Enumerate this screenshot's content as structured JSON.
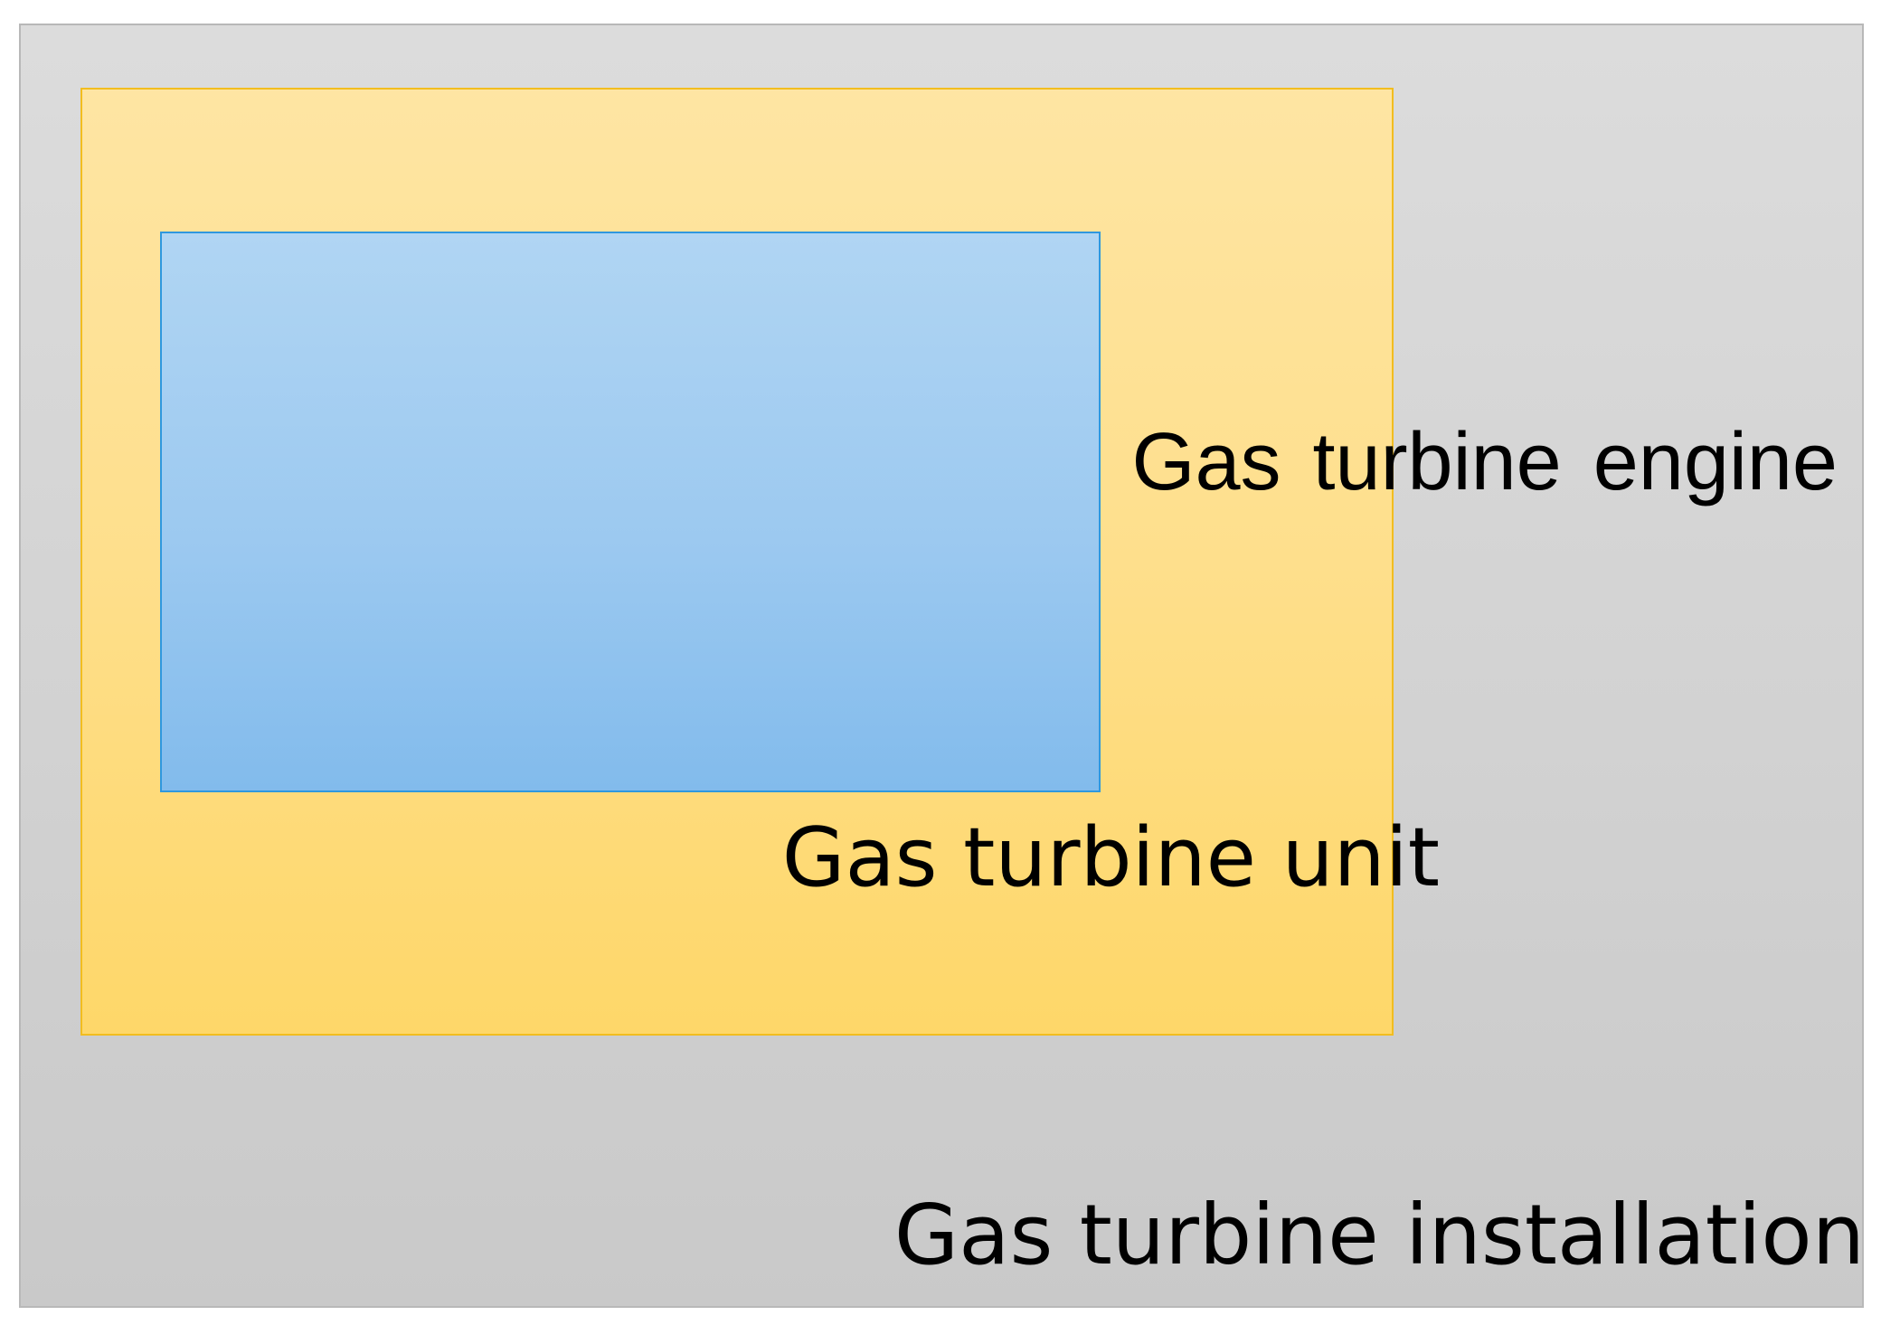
{
  "diagram": {
    "installation": {
      "label": "Gas turbine installation",
      "fill_color": "#d4d4d4",
      "border_color": "#b8b8b8"
    },
    "unit": {
      "label": "Gas turbine unit",
      "fill_color": "#fedf8c",
      "border_color": "#f2bd1f"
    },
    "engine": {
      "label": "Gas turbine engine",
      "fill_color": "#9cc9f0",
      "border_color": "#2f98de"
    }
  }
}
